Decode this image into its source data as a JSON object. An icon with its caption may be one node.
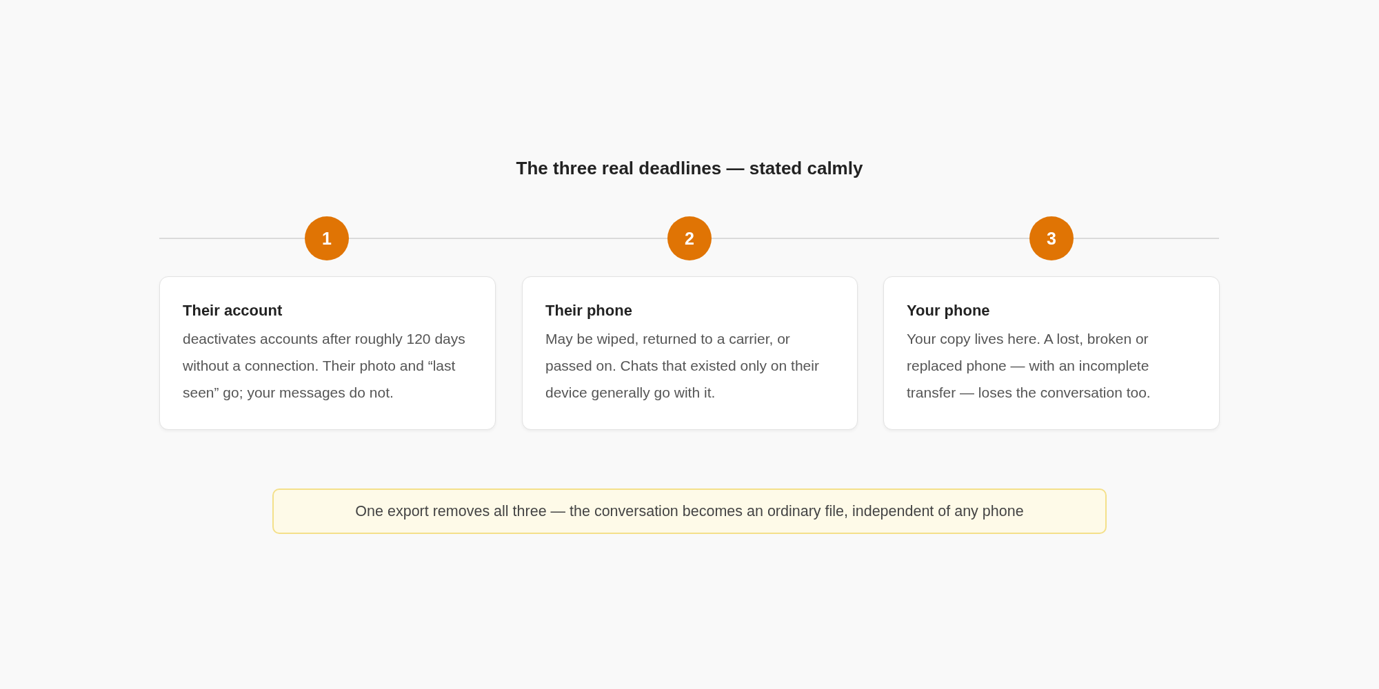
{
  "diagram": {
    "title": "The three real deadlines — stated calmly",
    "nodes": [
      {
        "text": [
          "1"
        ]
      },
      {
        "text": [
          "2"
        ]
      },
      {
        "text": [
          "3"
        ]
      },
      {
        "text": [
          "Their account",
          "deactivates accounts after roughly 120 days without a connection. Their photo and “last seen” go; your messages do not."
        ]
      },
      {
        "text": [
          "Their phone",
          "May be wiped, returned to a carrier, or passed on. Chats that existed only on their device generally go with it."
        ]
      },
      {
        "text": [
          "Your phone",
          "Your copy lives here. A lost, broken or replaced phone — with an incomplete transfer — loses the conversation too."
        ]
      },
      {
        "text": [
          "One export removes all three — the conversation becomes an ordinary file, independent of any phone"
        ]
      }
    ],
    "edges": [
      {
        "from": null,
        "to": 0,
        "arrow": "none"
      },
      {
        "from": 0,
        "to": 1,
        "arrow": "none"
      },
      {
        "from": 1,
        "to": 2,
        "arrow": "none"
      },
      {
        "from": 2,
        "to": null,
        "arrow": "none"
      }
    ]
  }
}
